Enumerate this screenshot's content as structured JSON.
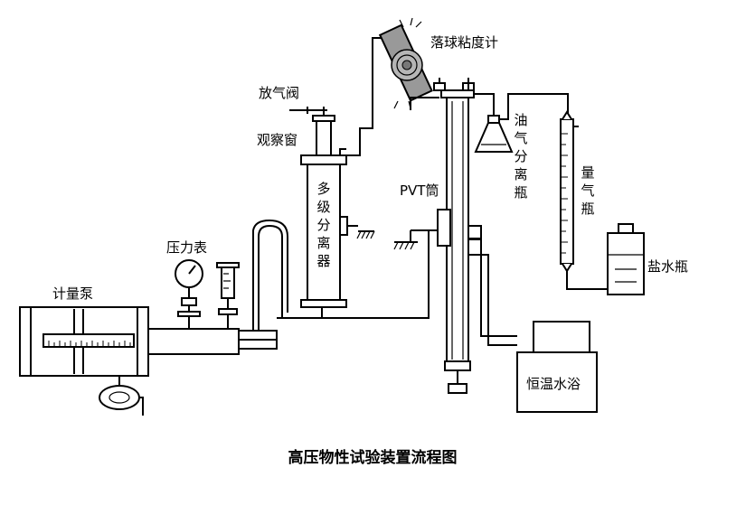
{
  "labels": {
    "metering_pump": "计量泵",
    "pressure_gauge": "压力表",
    "vent_valve": "放气阀",
    "sight_window": "观察窗",
    "multistage_separator": "多级分离器",
    "falling_ball_viscometer": "落球粘度计",
    "pvt_cell": "PVT筒",
    "oil_gas_separator": "油气分离瓶",
    "gas_meter": "量气瓶",
    "brine_bottle": "盐水瓶",
    "water_bath": "恒温水浴"
  },
  "caption": "高压物性试验装置流程图"
}
